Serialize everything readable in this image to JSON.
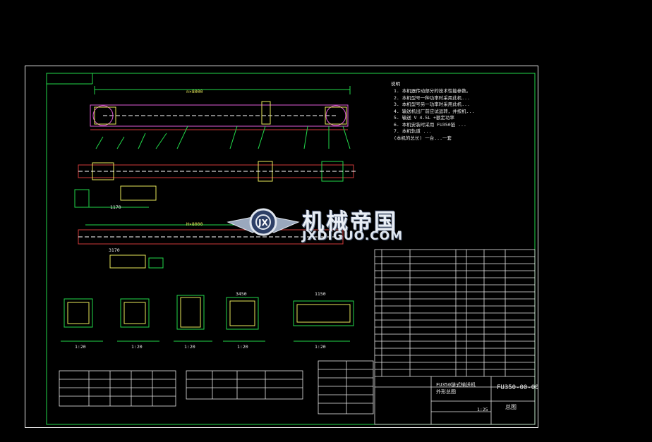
{
  "watermark": {
    "cn": "机械帝国",
    "en": "JXDIGUO.COM"
  },
  "titleblock": {
    "drawing_no": "FU350-00-00",
    "name": "FU350链式输送机\n外形总图",
    "total": "总图",
    "scale": "1:25"
  },
  "notes": {
    "heading": "说明",
    "lines": [
      "1. 本机器传动部分的技术性能参数。",
      "2. 本机型号一种功率时采用此机...",
      "3. 本机型号另一功率时采用此机...",
      "4. 输送机出厂前应试运转，并按机...",
      "5. 输送 V 4.5L +额定功率",
      "6. 本机安装时采用 FU350链 ...",
      "7. 本机轨道 ...",
      "(本机的总长) 一台...一套"
    ]
  },
  "scale_labels": [
    "1:20",
    "1:20",
    "1:20",
    "1:20",
    "1:20"
  ],
  "dims": {
    "d1": "n×8000",
    "d2": "H×8000",
    "d3": "3450",
    "d4": "1150",
    "d5": "1170",
    "d6": "3170"
  }
}
